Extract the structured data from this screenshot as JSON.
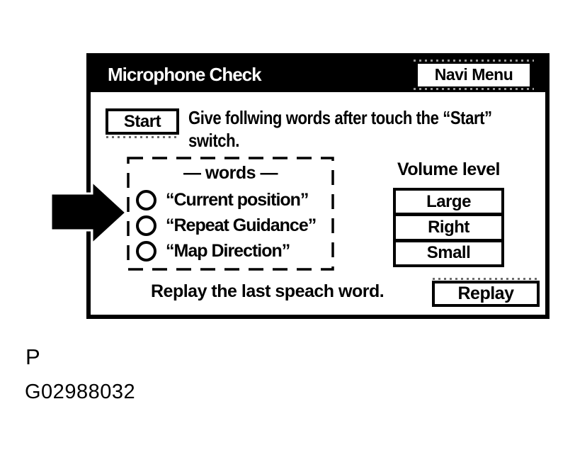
{
  "figure": {
    "label": "P",
    "code": "G02988032"
  },
  "screen": {
    "titlebar": {
      "title": "Microphone Check",
      "navi_button": "Navi Menu"
    },
    "start_button": "Start",
    "instruction_line1": "Give follwing words after touch the “Start”",
    "instruction_line2": "switch.",
    "words_box": {
      "heading": "— words —",
      "items": [
        "“Current position”",
        "“Repeat Guidance”",
        "“Map Direction”"
      ]
    },
    "volume": {
      "label": "Volume level",
      "levels": [
        "Large",
        "Right",
        "Small"
      ]
    },
    "replay": {
      "caption": "Replay the last speach word.",
      "button": "Replay"
    }
  },
  "icons": {
    "pointer_arrow": "pointer-arrow-icon",
    "word_circle": "radio-circle-icon"
  },
  "colors": {
    "foreground": "#000000",
    "background": "#ffffff",
    "titlebar_bg": "#000000",
    "titlebar_text": "#ffffff"
  }
}
